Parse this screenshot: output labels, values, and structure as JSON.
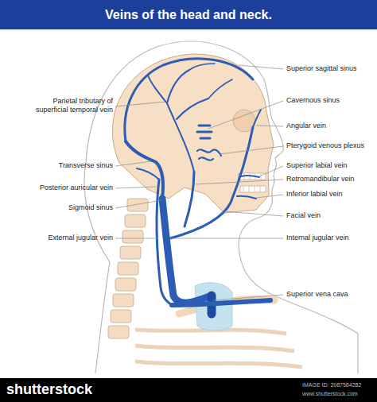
{
  "diagram": {
    "title": "Veins of the head and neck.",
    "labels": [
      "Superior sagittal sinus",
      "Parietal tributary of superficial temporal vein",
      "Cavernous sinus",
      "Angular vein",
      "Pterygoid venous plexus",
      "Transverse sinus",
      "Superior labial vein",
      "Retromandibular vein",
      "Posterior auricular vein",
      "Inferior labial vein",
      "Sigmoid sinus",
      "Facial vein",
      "External jugular vein",
      "Internal jugular vein",
      "Superior vena cava",
      "shutterstock",
      "IMAGE ID: 2087584282",
      "www.shutterstock.com"
    ]
  }
}
